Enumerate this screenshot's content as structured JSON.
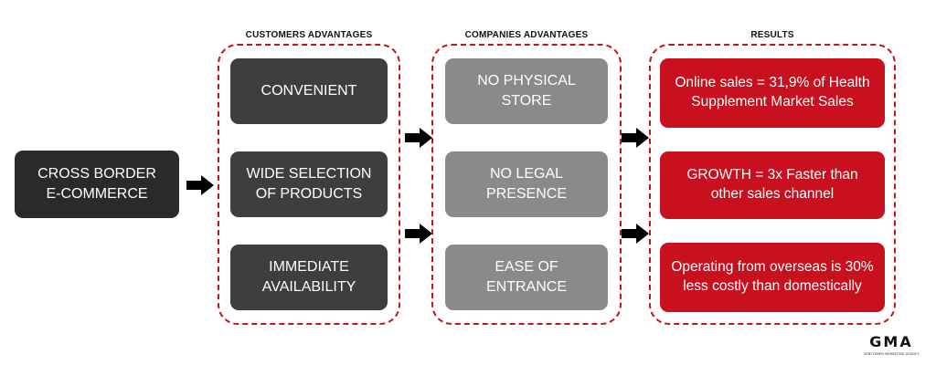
{
  "source": {
    "label": "CROSS BORDER\nE-COMMERCE"
  },
  "columns": {
    "customers": {
      "heading": "CUSTOMERS ADVANTAGES",
      "items": [
        "CONVENIENT",
        "WIDE SELECTION OF PRODUCTS",
        "IMMEDIATE AVAILABILITY"
      ]
    },
    "companies": {
      "heading": "COMPANIES ADVANTAGES",
      "items": [
        "NO PHYSICAL STORE",
        "NO LEGAL PRESENCE",
        "EASE OF ENTRANCE"
      ]
    },
    "results": {
      "heading": "RESULTS",
      "items": [
        "Online sales = 31,9% of Health Supplement Market Sales",
        "GROWTH = 3x Faster than other sales channel",
        "Operating from overseas is 30% less costly than domestically"
      ]
    }
  },
  "logo": {
    "text": "GMA",
    "tagline": "GENTLEMEN MARKETING AGENCY"
  },
  "colors": {
    "accent": "#c8101e",
    "dark_box": "#3e3e3e",
    "grey_box": "#8a8a8a"
  }
}
